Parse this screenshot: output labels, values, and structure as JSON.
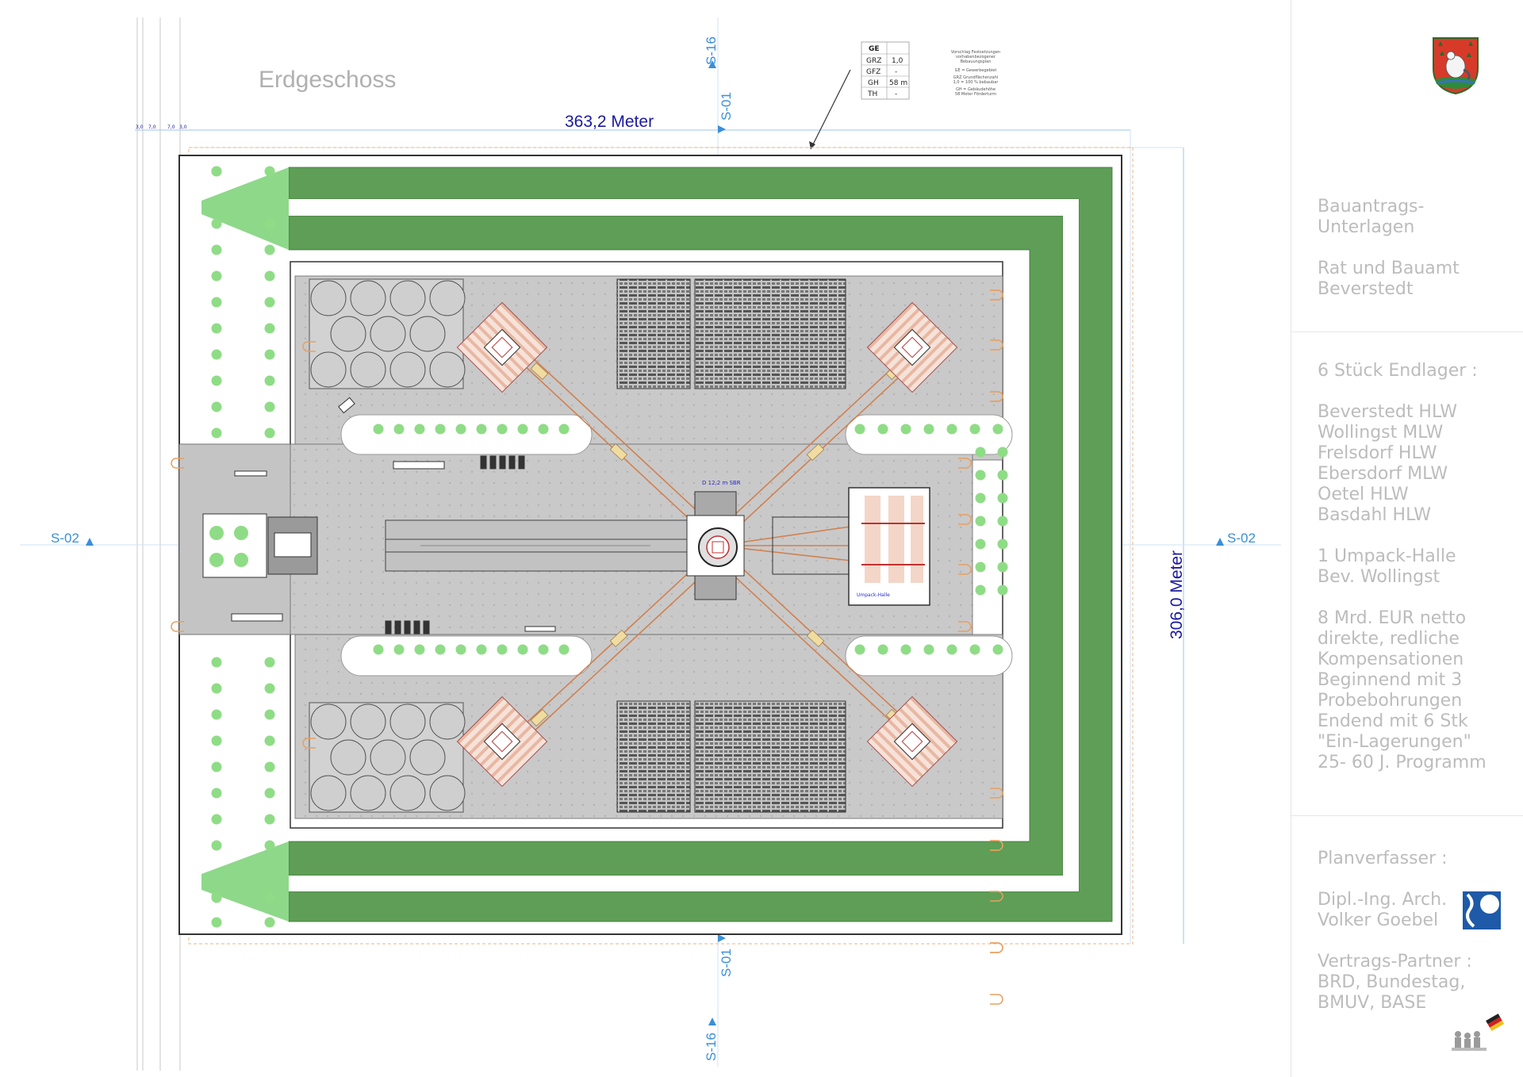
{
  "plan": {
    "title": "Erdgeschoss",
    "width_label": "363,2 Meter",
    "height_label": "306,0 Meter",
    "sections": {
      "s16_top": "S-16",
      "s01_top": "S-01",
      "s01_bottom": "S-01",
      "s16_bottom": "S-16",
      "s02_left": "S-02",
      "s02_right": "S-02"
    },
    "dims_top": [
      "3,0",
      "7,0",
      "7,0",
      "3,0"
    ],
    "center_label": "D 12,2 m SBR",
    "hall_label": "Umpack-Halle",
    "zone_table": {
      "header": "GE",
      "rows": [
        {
          "k": "GRZ",
          "v": "1,0"
        },
        {
          "k": "GFZ",
          "v": "-"
        },
        {
          "k": "GH",
          "v": "58 m"
        },
        {
          "k": "TH",
          "v": "-"
        }
      ]
    },
    "legend_notes": [
      "Vorschlag Festsetzungen",
      "vorhabenbezogener",
      "Bebauungsplan",
      "GE = Gewerbegebiet",
      "GRZ Grundflächenzahl",
      "1,0 = 100 % bebaubar",
      "GH = Gebäudehöhe",
      "58 Meter Förderturm"
    ],
    "colors": {
      "green_band": "#5e9e56",
      "green_light": "#8ed88a",
      "tree": "#8fdc86",
      "floor": "#c8c8c8",
      "floor_dark": "#bdbdbd",
      "dim_blue": "#1a1aa0",
      "section_blue": "#3a8fd8",
      "orange_line": "#e8a060"
    }
  },
  "sidebar": {
    "block1": [
      "Bauantrags-",
      "Unterlagen",
      "",
      "Rat und Bauamt",
      "Beverstedt"
    ],
    "block2": [
      "6 Stück Endlager :",
      "",
      "Beverstedt HLW",
      "Wollingst MLW",
      "Frelsdorf HLW",
      "Ebersdorf MLW",
      "Oetel HLW",
      "Basdahl HLW",
      "",
      "1 Umpack-Halle",
      "Bev. Wollingst",
      "",
      "8 Mrd. EUR netto",
      "direkte, redliche",
      "Kompensationen",
      "Beginnend mit 3",
      "Probebohrungen",
      "Endend mit 6 Stk",
      "\"Ein-Lagerungen\"",
      "25- 60 J. Programm"
    ],
    "block3": [
      "Planverfasser :",
      "",
      "Dipl.-Ing. Arch.",
      "Volker Goebel",
      "",
      "Vertrags-Partner :",
      "BRD, Bundestag,",
      "BMUV, BASE"
    ],
    "icons": {
      "crest": "municipal-crest-icon",
      "architect": "architect-logo-icon",
      "flag": "german-flag-icon",
      "figures": "miners-figures-icon"
    }
  }
}
